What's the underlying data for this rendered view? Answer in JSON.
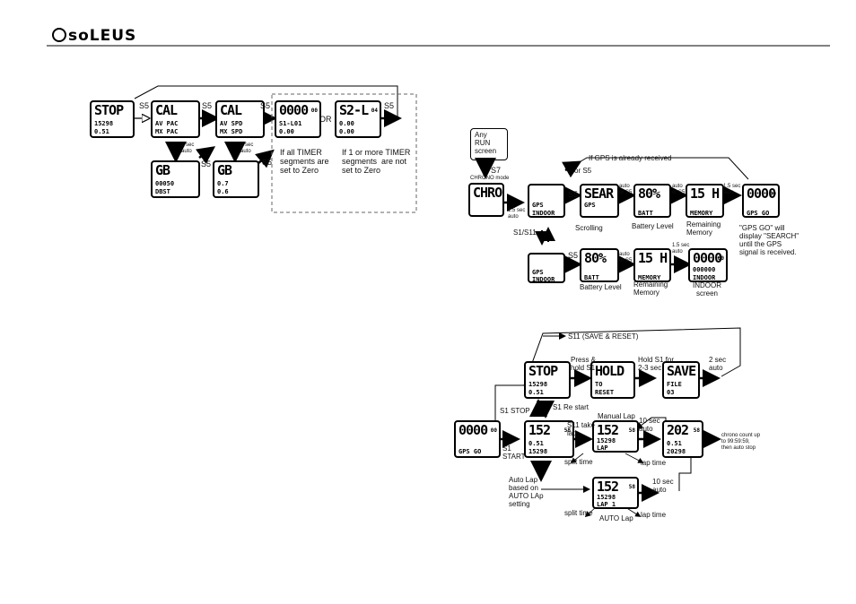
{
  "brand": {
    "name": "soLEUS"
  },
  "screens": {
    "stop_a": {
      "l1": "STOP",
      "l2": "15298",
      "l3": "0.51"
    },
    "cal_pace": {
      "l1": "CAL",
      "l2": "AV PAC",
      "l3": "MX PAC"
    },
    "cal_spd": {
      "l1": "CAL",
      "l2": "AV SPD",
      "l3": "MX SPD"
    },
    "timer": {
      "l1": "0000",
      "l2": "S1-L01",
      "l3": "0.00",
      "unit": "00"
    },
    "s2": {
      "l1": "S2-L",
      "l2": "0.00",
      "l3": "0.00",
      "unit": "04"
    },
    "gb1": {
      "l1": "GB",
      "l2": "00050",
      "l3": "DBST"
    },
    "gb2": {
      "l1": "GB",
      "l2": "0.7",
      "l3": "0.6"
    },
    "chro": {
      "l1": "CHRO",
      "l2": "",
      "l3": ""
    },
    "gps_indoor": {
      "l1": "",
      "l2": "GPS",
      "l3": "INDOOR"
    },
    "sear": {
      "l1": "SEAR",
      "l2": "GPS",
      "l3": ""
    },
    "batt": {
      "l1": "80%",
      "l2": "",
      "l3": "BATT"
    },
    "mem": {
      "l1": "15 H",
      "l2": "",
      "l3": "MEMORY"
    },
    "gpsgo": {
      "l1": "0000",
      "l2": "",
      "l3": "GPS GO",
      "unit": "00"
    },
    "gps_indoor2": {
      "l1": "",
      "l2": "GPS",
      "l3": "INDOOR"
    },
    "batt2": {
      "l1": "80%",
      "l2": "",
      "l3": "BATT"
    },
    "mem2": {
      "l1": "15 H",
      "l2": "",
      "l3": "MEMORY"
    },
    "indoor": {
      "l1": "0000",
      "l2": "000000",
      "l3": "INDOOR",
      "unit": "00"
    },
    "stop_b": {
      "l1": "STOP",
      "l2": "15298",
      "l3": "0.51"
    },
    "hold": {
      "l1": "HOLD",
      "l2": "TO",
      "l3": "RESET"
    },
    "save": {
      "l1": "SAVE",
      "l2": "FILE",
      "l3": "03"
    },
    "gpsgo2": {
      "l1": "0000",
      "l2": "",
      "l3": "GPS GO",
      "unit": "00"
    },
    "run1": {
      "l1": "152",
      "l2": "0.51",
      "l3": "15298",
      "unit": "58"
    },
    "lap1": {
      "l1": "152",
      "l2": "15298",
      "l3": "LAP",
      "unit": "58"
    },
    "run2": {
      "l1": "202",
      "l2": "0.51",
      "l3": "20298",
      "unit": "58"
    },
    "lap2": {
      "l1": "152",
      "l2": "15298",
      "l3": "LAP 1",
      "unit": "58"
    }
  },
  "labels": {
    "s5": "S5",
    "or": "OR",
    "two_sec_auto_1": "2 sec\nauto",
    "two_sec_auto_2": "2 sec\nauto",
    "all_zero": "If all TIMER\nsegments are\nset to Zero",
    "not_zero": "If 1 or more TIMER\nsegments  are not\nset to Zero",
    "any_run": "Any\nRUN\nscreen",
    "s7": "S7",
    "chrono_mode": "CHRONO mode",
    "gps_received": "If GPS is already received",
    "or_s5": "or S5",
    "one5_sec_auto": "1.5 sec\nauto",
    "auto_or_s5": "auto\nor S5",
    "scrolling": "Scrolling",
    "battery_level": "Battery Level",
    "remaining_memory": "Remaining\nMemory",
    "gps_go_note": "\"GPS GO\" will\ndisplay \"SEARCH\"\nuntil the GPS\nsignal is received.",
    "s1_s11": "S1/S11",
    "indoor_screen": "INDOOR\nscreen",
    "s11_save_reset": "S11 (SAVE & RESET)",
    "press_hold_s1": "Press &\nhold S1",
    "hold_s1_for": "Hold S1 for\n2-3 sec",
    "s1_stop": "S1 STOP",
    "s1_restart": "S1 Re start",
    "s11_take_lap": "S11 take\nlap",
    "manual_lap": "Manual Lap",
    "ten_sec_auto": "10 sec\nauto",
    "s1_start": "S1\nSTART",
    "split_time": "split time",
    "lap_time": "lap time",
    "chrono_count": "chrono count up\nto 99:59:59,\nthen auto stop",
    "auto_lap_based": "Auto Lap\nbased on\nAUTO LAp\nsetting",
    "auto_lap": "AUTO Lap"
  }
}
